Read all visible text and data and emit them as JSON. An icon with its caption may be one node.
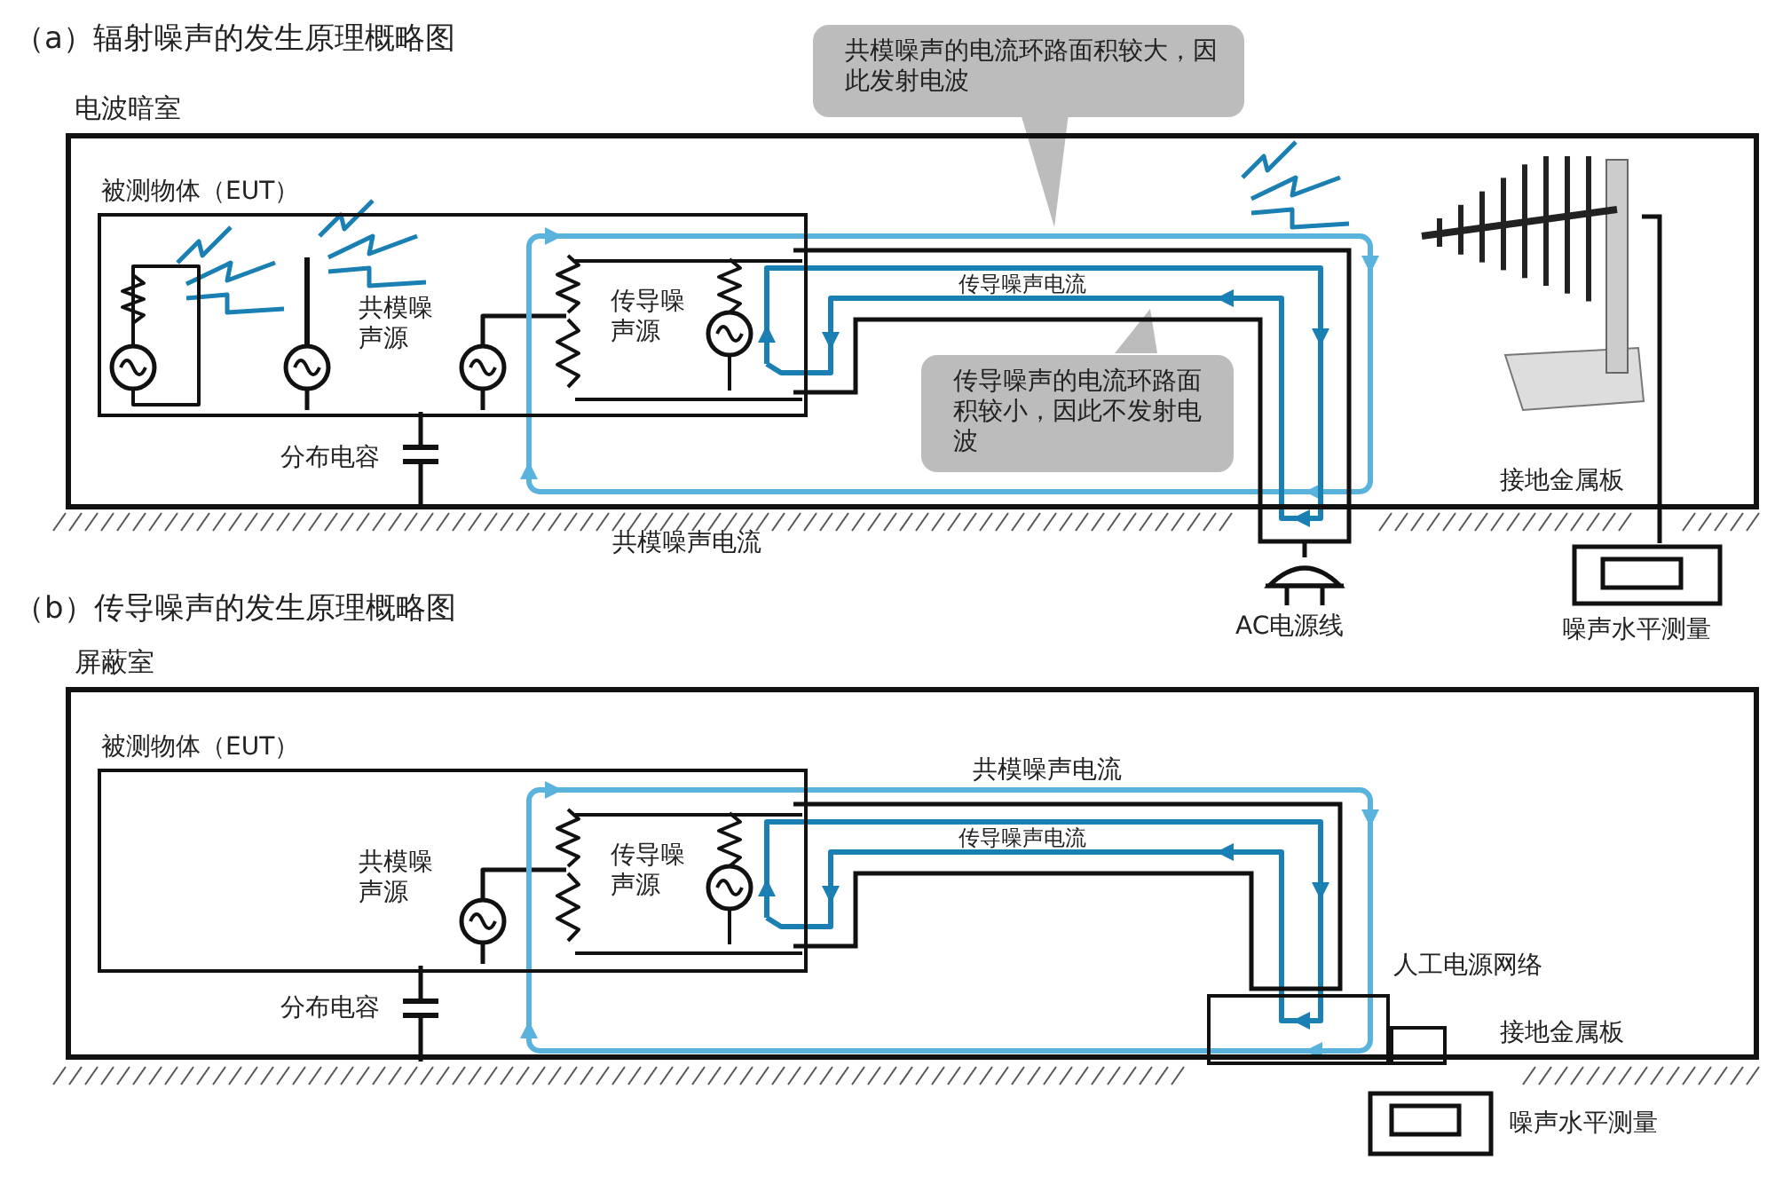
{
  "diagram": {
    "nodes": [
      {
        "text": [
          "电波暗室"
        ]
      },
      {
        "text": [
          "共模噪声的电流环路面积较大，因此发射电波"
        ]
      },
      {
        "text": [
          "被测物体（EUT）"
        ],
        "in": 0
      },
      {
        "text": [
          "传导噪声源"
        ],
        "in": 2
      },
      {
        "text": [],
        "shape": "picture",
        "in": 0
      },
      {
        "text": [
          "传导噪声的电流环路面积较小，因此不发射电波"
        ],
        "in": 0
      },
      {
        "text": [
          "AC电源线"
        ]
      },
      {
        "text": [
          "噪声水平测量"
        ]
      },
      {
        "text": [
          "屏蔽室"
        ]
      },
      {
        "text": [
          "被测物体（EUT）"
        ],
        "in": 8
      },
      {
        "text": [
          "传导噪声源"
        ],
        "in": 9
      },
      {
        "text": [
          "人工电源网络"
        ],
        "in": 8
      },
      {
        "text": [],
        "shape": "box",
        "in": 8
      },
      {
        "text": [
          "噪声水平测量"
        ]
      }
    ],
    "edges": [
      {
        "from": 4,
        "to": 7,
        "arrow": "none"
      },
      {
        "from": 3,
        "to": 6,
        "arrow": "none"
      },
      {
        "from": 10,
        "to": 11,
        "arrow": "none"
      }
    ],
    "labels": [
      "（a）辐射噪声的发生原理概略图",
      "传导噪声电流",
      "共模噪声源",
      "分布电容",
      "接地金属板",
      "共模噪声电流",
      "（b）传导噪声的发生原理概略图",
      "共模噪声电流",
      "传导噪声电流",
      "共模噪声源",
      "分布电容",
      "接地金属板"
    ]
  }
}
